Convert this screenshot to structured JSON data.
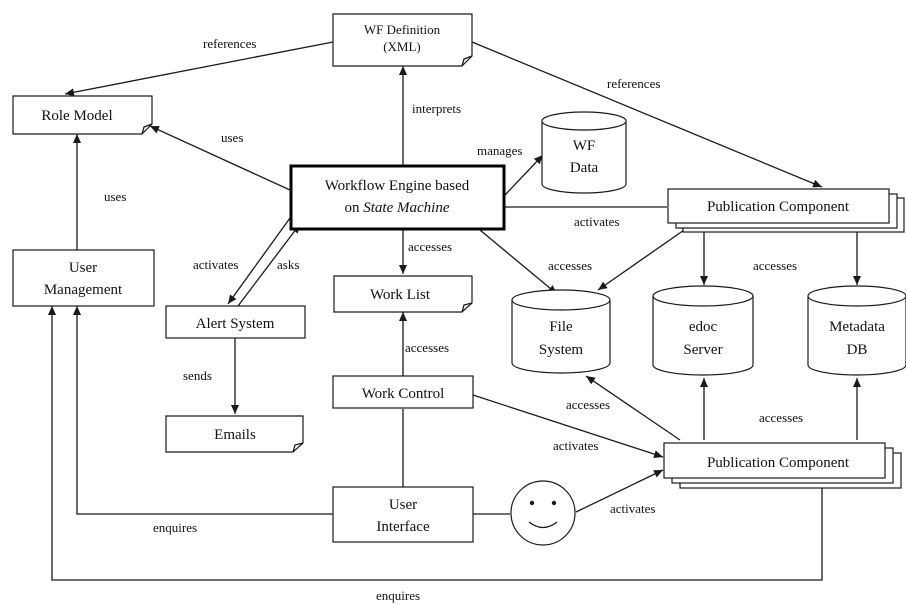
{
  "nodes": {
    "wf_definition": {
      "line1": "WF Definition",
      "line2": "(XML)"
    },
    "role_model": "Role Model",
    "workflow_engine": {
      "line1": "Workflow Engine based",
      "line2_prefix": "on ",
      "line2_italic": "State Machine"
    },
    "wf_data": {
      "line1": "WF",
      "line2": "Data"
    },
    "publication_component_top": "Publication Component",
    "publication_component_bottom": "Publication Component",
    "user_management": {
      "line1": "User",
      "line2": "Management"
    },
    "alert_system": "Alert System",
    "work_list": "Work List",
    "file_system": {
      "line1": "File",
      "line2": "System"
    },
    "edoc_server": {
      "line1": "edoc",
      "line2": "Server"
    },
    "metadata_db": {
      "line1": "Metadata",
      "line2": "DB"
    },
    "work_control": "Work Control",
    "emails": "Emails",
    "user_interface": {
      "line1": "User",
      "line2": "Interface"
    },
    "user_actor": "smiley-face-icon"
  },
  "edge_labels": {
    "references_role": "references",
    "references_pub": "references",
    "interprets": "interprets",
    "uses_engine": "uses",
    "uses_usermgmt": "uses",
    "manages": "manages",
    "activates_pub_top": "activates",
    "accesses_worklist": "accesses",
    "accesses_fs_engine": "accesses",
    "accesses_pub_top": "accesses",
    "activates_alert": "activates",
    "asks": "asks",
    "accesses_workcontrol": "accesses",
    "sends": "sends",
    "accesses_pub_bottom_fs": "accesses",
    "accesses_pub_bottom_db": "accesses",
    "activates_workcontrol": "activates",
    "activates_user": "activates",
    "enquires_ui": "enquires",
    "enquires_bottom": "enquires"
  }
}
